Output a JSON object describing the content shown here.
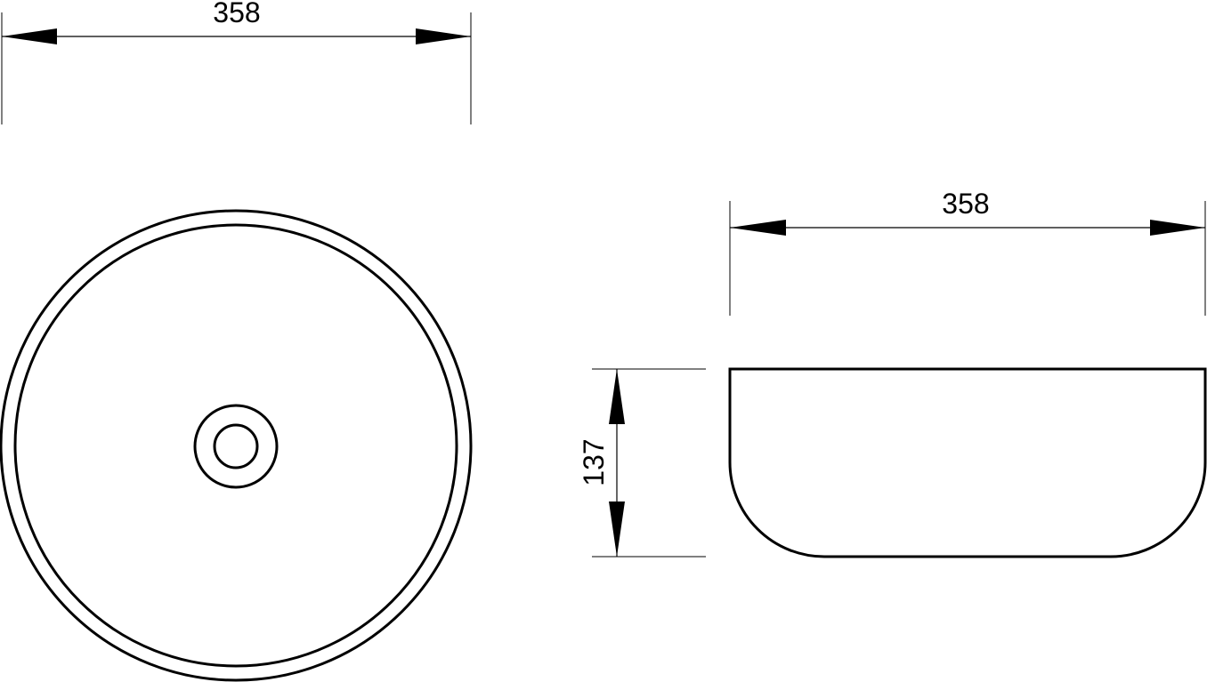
{
  "drawing": {
    "colors": {
      "ink": "#000000",
      "background": "#ffffff"
    },
    "top_view": {
      "width_label": "358"
    },
    "side_view": {
      "width_label": "358",
      "height_label": "137"
    }
  }
}
